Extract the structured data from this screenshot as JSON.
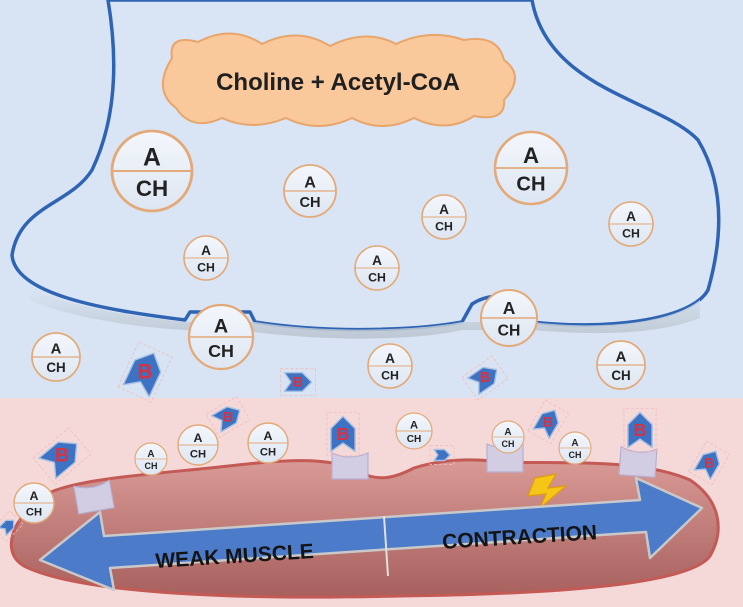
{
  "colors": {
    "upper_background": "#d8e4f3",
    "lower_background": "#f5d9d9",
    "terminal_fill": "#d9e5f4",
    "terminal_outline": "#2f64b4",
    "precursor_fill": "#f9c89b",
    "precursor_outline": "#e8a56c",
    "vesicle_outline": "#e3a978",
    "arrow_block_fill": "#3e73c4",
    "arrow_block_outline": "#a9c1e2",
    "block_letter": "#d8313f",
    "receptor_fill": "#d3cde4",
    "muscle_fill": "#c77d7b",
    "muscle_outline": "#c35a55",
    "arrow_fill": "#4b7bc9",
    "arrow_outline": "#c9c9c9",
    "spark": "#f5c518"
  },
  "precursor": {
    "label": "Choline + Acetyl-CoA"
  },
  "acetylcholine": {
    "top_letter": "A",
    "bottom_letters": "CH"
  },
  "blocker": {
    "letter": "B"
  },
  "muscle": {
    "arrow_left_label": "WEAK MUSCLE",
    "arrow_right_label": "CONTRACTION"
  },
  "icons": {
    "spark": "lightning-bolt-icon"
  }
}
